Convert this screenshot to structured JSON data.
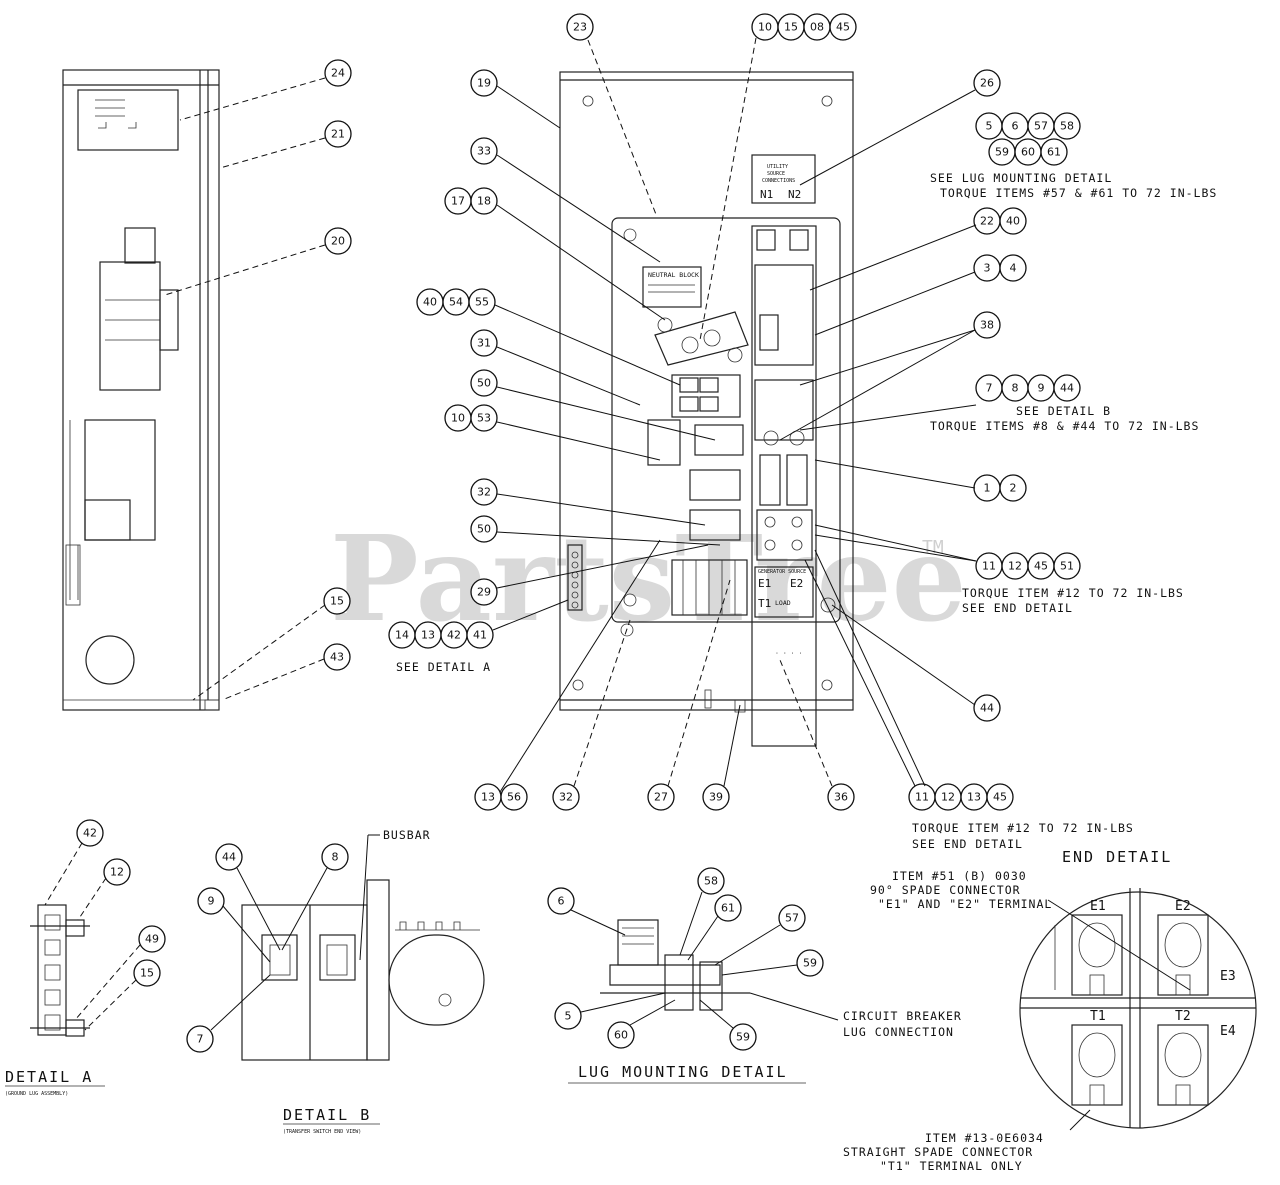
{
  "watermark": {
    "text": "PartsTree",
    "tm": "TM"
  },
  "balloons": [
    {
      "id": "b-24",
      "label": "24"
    },
    {
      "id": "b-21",
      "label": "21"
    },
    {
      "id": "b-20",
      "label": "20"
    },
    {
      "id": "b-15a",
      "label": "15"
    },
    {
      "id": "b-43",
      "label": "43"
    },
    {
      "id": "b-23",
      "label": "23"
    },
    {
      "id": "b-19",
      "label": "19"
    },
    {
      "id": "b-33",
      "label": "33"
    },
    {
      "id": "b-17",
      "label": "17"
    },
    {
      "id": "b-18",
      "label": "18"
    },
    {
      "id": "b-40a",
      "label": "40"
    },
    {
      "id": "b-54",
      "label": "54"
    },
    {
      "id": "b-55",
      "label": "55"
    },
    {
      "id": "b-31",
      "label": "31"
    },
    {
      "id": "b-50a",
      "label": "50"
    },
    {
      "id": "b-10a",
      "label": "10"
    },
    {
      "id": "b-53",
      "label": "53"
    },
    {
      "id": "b-32a",
      "label": "32"
    },
    {
      "id": "b-50b",
      "label": "50"
    },
    {
      "id": "b-29",
      "label": "29"
    },
    {
      "id": "b-14",
      "label": "14"
    },
    {
      "id": "b-13a",
      "label": "13"
    },
    {
      "id": "b-42a",
      "label": "42"
    },
    {
      "id": "b-41",
      "label": "41"
    },
    {
      "id": "b-10b",
      "label": "10"
    },
    {
      "id": "b-15b",
      "label": "15"
    },
    {
      "id": "b-08",
      "label": "08"
    },
    {
      "id": "b-45a",
      "label": "45"
    },
    {
      "id": "b-26",
      "label": "26"
    },
    {
      "id": "b-5a",
      "label": "5"
    },
    {
      "id": "b-6a",
      "label": "6"
    },
    {
      "id": "b-57a",
      "label": "57"
    },
    {
      "id": "b-58a",
      "label": "58"
    },
    {
      "id": "b-59a",
      "label": "59"
    },
    {
      "id": "b-60a",
      "label": "60"
    },
    {
      "id": "b-61a",
      "label": "61"
    },
    {
      "id": "b-22",
      "label": "22"
    },
    {
      "id": "b-40b",
      "label": "40"
    },
    {
      "id": "b-3",
      "label": "3"
    },
    {
      "id": "b-4",
      "label": "4"
    },
    {
      "id": "b-38",
      "label": "38"
    },
    {
      "id": "b-7a",
      "label": "7"
    },
    {
      "id": "b-8a",
      "label": "8"
    },
    {
      "id": "b-9a",
      "label": "9"
    },
    {
      "id": "b-44a",
      "label": "44"
    },
    {
      "id": "b-1",
      "label": "1"
    },
    {
      "id": "b-2",
      "label": "2"
    },
    {
      "id": "b-11a",
      "label": "11"
    },
    {
      "id": "b-12a",
      "label": "12"
    },
    {
      "id": "b-45b",
      "label": "45"
    },
    {
      "id": "b-51",
      "label": "51"
    },
    {
      "id": "b-44b",
      "label": "44"
    },
    {
      "id": "b-13b",
      "label": "13"
    },
    {
      "id": "b-56",
      "label": "56"
    },
    {
      "id": "b-32b",
      "label": "32"
    },
    {
      "id": "b-27",
      "label": "27"
    },
    {
      "id": "b-39",
      "label": "39"
    },
    {
      "id": "b-36",
      "label": "36"
    },
    {
      "id": "b-11b",
      "label": "11"
    },
    {
      "id": "b-12b",
      "label": "12"
    },
    {
      "id": "b-13c",
      "label": "13"
    },
    {
      "id": "b-45c",
      "label": "45"
    },
    {
      "id": "b-42b",
      "label": "42"
    },
    {
      "id": "b-12c",
      "label": "12"
    },
    {
      "id": "b-49",
      "label": "49"
    },
    {
      "id": "b-15c",
      "label": "15"
    },
    {
      "id": "b-44c",
      "label": "44"
    },
    {
      "id": "b-8b",
      "label": "8"
    },
    {
      "id": "b-9b",
      "label": "9"
    },
    {
      "id": "b-7b",
      "label": "7"
    },
    {
      "id": "b-6b",
      "label": "6"
    },
    {
      "id": "b-58b",
      "label": "58"
    },
    {
      "id": "b-61b",
      "label": "61"
    },
    {
      "id": "b-57b",
      "label": "57"
    },
    {
      "id": "b-59b",
      "label": "59"
    },
    {
      "id": "b-5b",
      "label": "5"
    },
    {
      "id": "b-60b",
      "label": "60"
    },
    {
      "id": "b-59c",
      "label": "59"
    }
  ],
  "notes": {
    "lug_mount_1": "SEE LUG MOUNTING DETAIL",
    "lug_mount_2": "TORQUE ITEMS #57 & #61 TO 72 IN-LBS",
    "detail_b_ref": "SEE DETAIL B",
    "detail_b_torque": "TORQUE ITEMS #8 & #44 TO 72 IN-LBS",
    "end_torque": "TORQUE ITEM #12 TO 72 IN-LBS",
    "end_see": "SEE END DETAIL",
    "detail_a_ref": "SEE DETAIL A",
    "end_torque_2": "TORQUE ITEM #12 TO 72 IN-LBS",
    "end_see_2": "SEE END DETAIL",
    "busbar": "BUSBAR",
    "circuit_breaker_1": "CIRCUIT BREAKER",
    "circuit_breaker_2": "LUG CONNECTION",
    "item51_1": "ITEM #51 (B) 0030",
    "item51_2": "90° SPADE CONNECTOR",
    "item51_3": "\"E1\" AND \"E2\" TERMINAL",
    "item13_1": "ITEM #13-0E6034",
    "item13_2": "STRAIGHT SPADE CONNECTOR",
    "item13_3": "\"T1\" TERMINAL ONLY"
  },
  "titles": {
    "end_detail": "END DETAIL",
    "detail_a": "DETAIL A",
    "detail_a_sub": "(GROUND LUG ASSEMBLY)",
    "detail_b": "DETAIL B",
    "detail_b_sub": "(TRANSFER SWITCH END VIEW)",
    "lug_mounting": "LUG MOUNTING DETAIL"
  },
  "panel_labels": {
    "utility_1": "UTILITY",
    "utility_2": "SOURCE",
    "utility_3": "CONNECTIONS",
    "n1": "N1",
    "n2": "N2",
    "neutral": "NEUTRAL BLOCK",
    "gen_1": "GENERATOR SOURCE",
    "e1": "E1",
    "e2": "E2",
    "t1": "T1",
    "load": "LOAD",
    "end_e1": "E1",
    "end_e2": "E2",
    "end_t1": "T1",
    "end_t2": "T2",
    "end_e3": "E3",
    "end_e4": "E4"
  }
}
